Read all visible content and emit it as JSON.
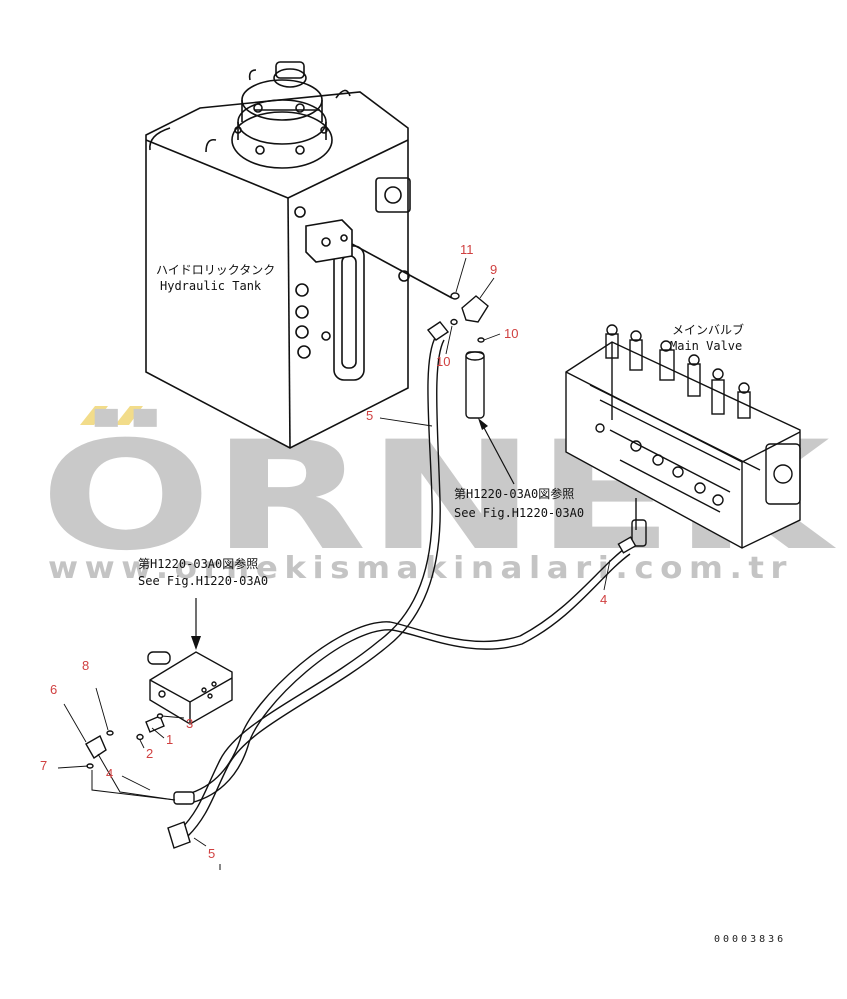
{
  "labels": {
    "tank_jp": "ハイドロリックタンク",
    "tank_en": "Hydraulic Tank",
    "valve_jp": "メインバルブ",
    "valve_en": "Main Valve",
    "ref1_jp": "第H1220-03A0図参照",
    "ref1_en": "See Fig.H1220-03A0",
    "ref2_jp": "第H1220-03A0図参照",
    "ref2_en": "See Fig.H1220-03A0"
  },
  "watermark": {
    "brand": "ÖRNEK",
    "url": "www.ornekismakinalari.com.tr"
  },
  "callouts": {
    "c1": "1",
    "c2": "2",
    "c3": "3",
    "c4a": "4",
    "c4b": "4",
    "c5a": "5",
    "c5b": "5",
    "c6": "6",
    "c7": "7",
    "c8": "8",
    "c9": "9",
    "c10a": "10",
    "c10b": "10",
    "c11": "11"
  },
  "drawing_code": "00003836",
  "colors": {
    "line": "#111111",
    "callout": "#d04040",
    "watermark": "#c9c9c9",
    "accent": "#f2dc8a"
  }
}
